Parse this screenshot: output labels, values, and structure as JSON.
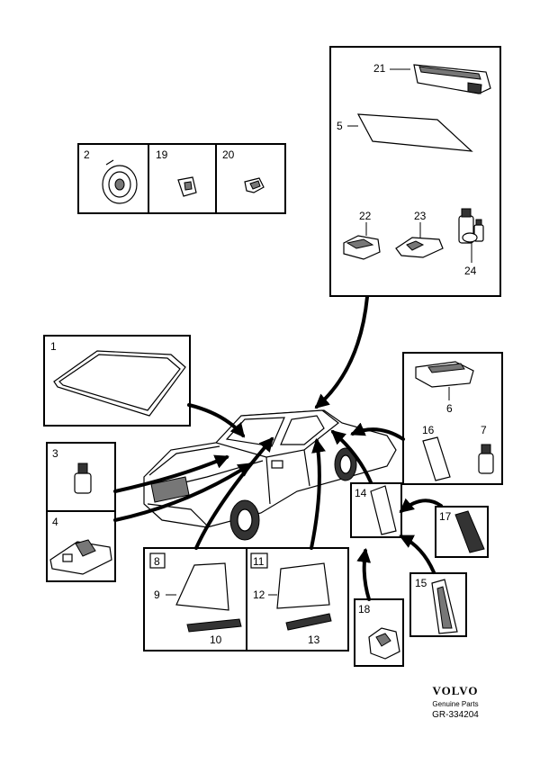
{
  "boxes": {
    "b2": "2",
    "b19": "19",
    "b20": "20",
    "b21": "21",
    "b5": "5",
    "b22": "22",
    "b23": "23",
    "b24": "24",
    "b1": "1",
    "b3": "3",
    "b4": "4",
    "b6": "6",
    "b16": "16",
    "b7": "7",
    "b8": "8",
    "b9": "9",
    "b10": "10",
    "b11": "11",
    "b12": "12",
    "b13": "13",
    "b14": "14",
    "b17": "17",
    "b15": "15",
    "b18": "18"
  },
  "footer": {
    "brand": "VOLVO",
    "subtitle": "Genuine Parts",
    "code": "GR-334204"
  }
}
